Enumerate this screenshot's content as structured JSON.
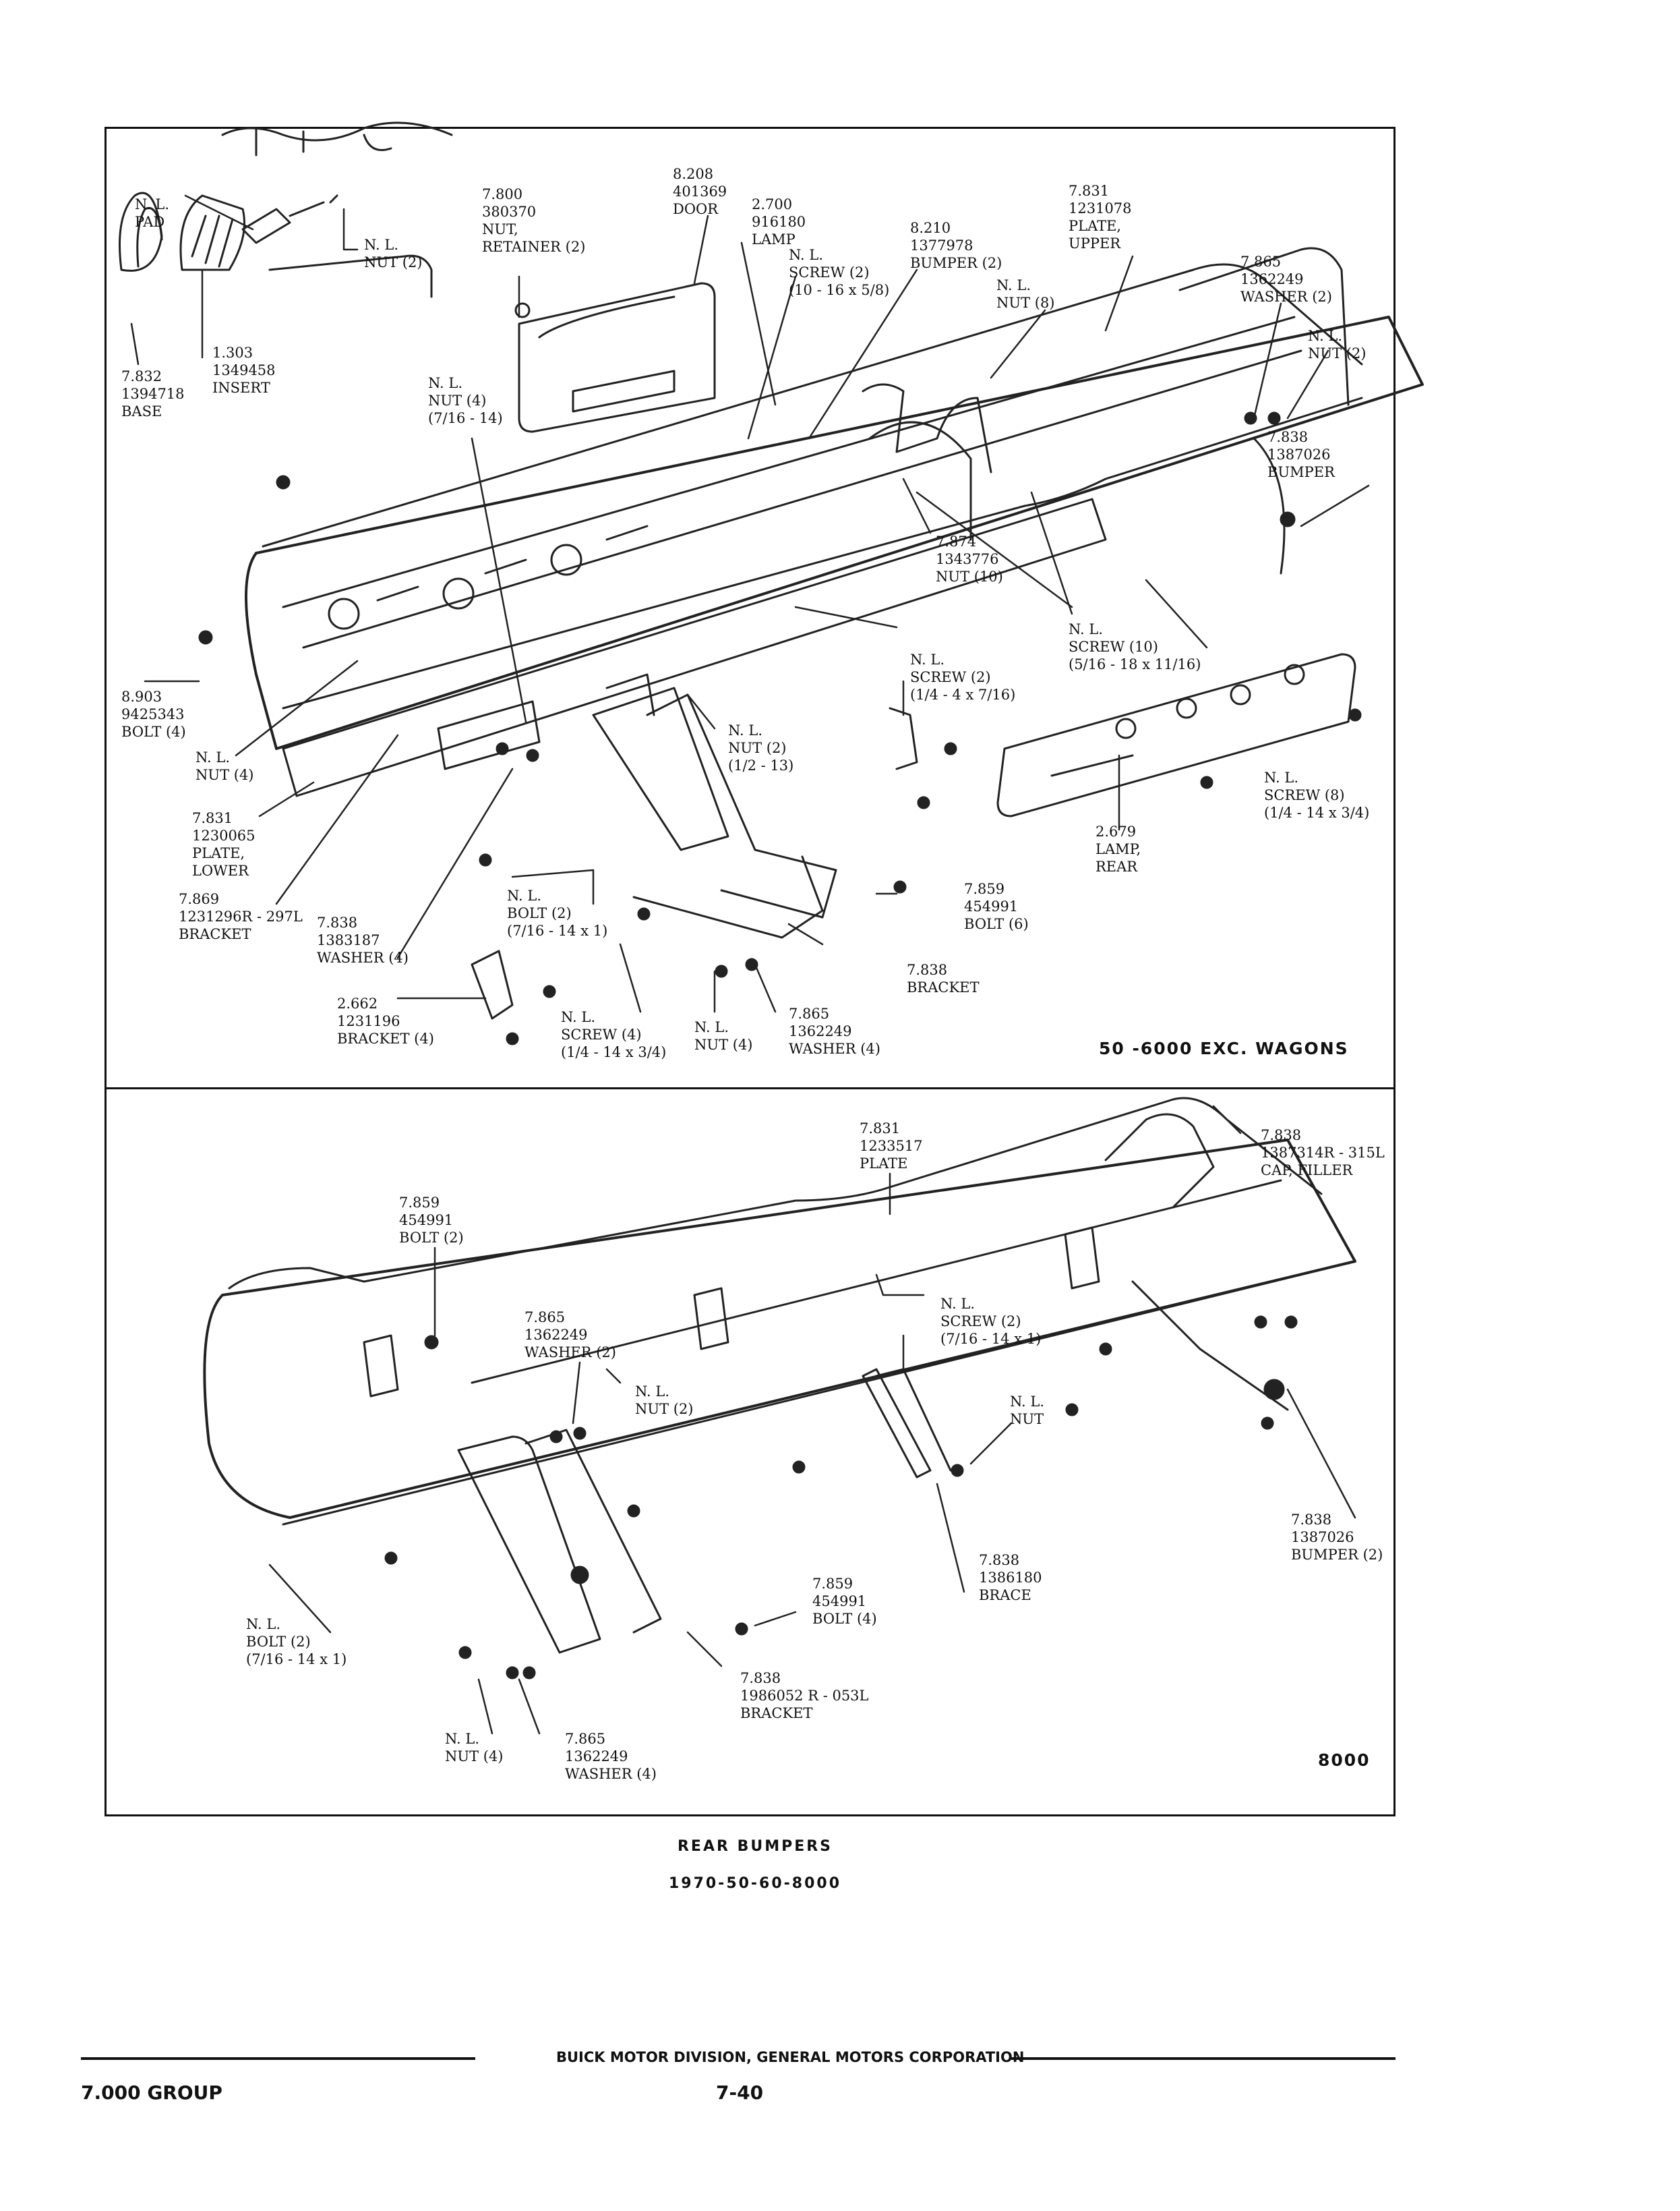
{
  "top_labels": [
    {
      "id": "pad",
      "lines": [
        "N. L.",
        "PAD"
      ]
    },
    {
      "id": "nut-pad",
      "lines": [
        "N. L.",
        "NUT (2)"
      ]
    },
    {
      "id": "base",
      "lines": [
        "7.832",
        "1394718",
        "BASE"
      ]
    },
    {
      "id": "insert",
      "lines": [
        "1.303",
        "1349458",
        "INSERT"
      ]
    },
    {
      "id": "retainer",
      "lines": [
        "7.800",
        "380370",
        "NUT,",
        "RETAINER (2)"
      ]
    },
    {
      "id": "door",
      "lines": [
        "8.208",
        "401369",
        "DOOR"
      ]
    },
    {
      "id": "lamp",
      "lines": [
        "2.700",
        "916180",
        "LAMP"
      ]
    },
    {
      "id": "screw-10-16",
      "lines": [
        "N. L.",
        "SCREW (2)",
        "(10 - 16 x 5/8)"
      ]
    },
    {
      "id": "bumper-2",
      "lines": [
        "8.210",
        "1377978",
        "BUMPER (2)"
      ]
    },
    {
      "id": "nut-8",
      "lines": [
        "N. L.",
        "NUT (8)"
      ]
    },
    {
      "id": "plate-upper",
      "lines": [
        "7.831",
        "1231078",
        "PLATE,",
        "UPPER"
      ]
    },
    {
      "id": "washer-upper",
      "lines": [
        "7.865",
        "1362249",
        "WASHER (2)"
      ]
    },
    {
      "id": "nut-2-right",
      "lines": [
        "N. L.",
        "NUT (2)"
      ]
    },
    {
      "id": "bumper-right",
      "lines": [
        "7.838",
        "1387026",
        "BUMPER"
      ]
    },
    {
      "id": "nut-4-7-16",
      "lines": [
        "N. L.",
        "NUT (4)",
        "(7/16 - 14)"
      ]
    },
    {
      "id": "nut-10",
      "lines": [
        "7.874",
        "1343776",
        "NUT (10)"
      ]
    },
    {
      "id": "screw-10",
      "lines": [
        "N. L.",
        "SCREW (10)",
        "(5/16 - 18 x 11/16)"
      ]
    },
    {
      "id": "screw-2",
      "lines": [
        "N. L.",
        "SCREW (2)",
        "(1/4 - 4 x 7/16)"
      ]
    },
    {
      "id": "bolt-4",
      "lines": [
        "8.903",
        "9425343",
        "BOLT (4)"
      ]
    },
    {
      "id": "nut-4-left",
      "lines": [
        "N. L.",
        "NUT (4)"
      ]
    },
    {
      "id": "nut-1-2",
      "lines": [
        "N. L.",
        "NUT (2)",
        "(1/2 - 13)"
      ]
    },
    {
      "id": "screw-8",
      "lines": [
        "N. L.",
        "SCREW (8)",
        "(1/4 - 14 x 3/4)"
      ]
    },
    {
      "id": "plate-lower",
      "lines": [
        "7.831",
        "1230065",
        "PLATE,",
        "LOWER"
      ]
    },
    {
      "id": "lamp-rear",
      "lines": [
        "2.679",
        "LAMP,",
        "REAR"
      ]
    },
    {
      "id": "bracket-297l",
      "lines": [
        "7.869",
        "1231296R - 297L",
        "BRACKET"
      ]
    },
    {
      "id": "washer-1383187",
      "lines": [
        "7.838",
        "1383187",
        "WASHER (4)"
      ]
    },
    {
      "id": "bolt-2-top",
      "lines": [
        "N. L.",
        "BOLT (2)",
        "(7/16 - 14 x 1)"
      ]
    },
    {
      "id": "bolt-6",
      "lines": [
        "7.859",
        "454991",
        "BOLT (6)"
      ]
    },
    {
      "id": "bracket-7838",
      "lines": [
        "7.838",
        "BRACKET"
      ]
    },
    {
      "id": "bracket-4",
      "lines": [
        "2.662",
        "1231196",
        "BRACKET (4)"
      ]
    },
    {
      "id": "screw-4",
      "lines": [
        "N. L.",
        "SCREW (4)",
        "(1/4 - 14 x 3/4)"
      ]
    },
    {
      "id": "nut-4-bottom",
      "lines": [
        "N. L.",
        "NUT (4)"
      ]
    },
    {
      "id": "washer-4-top",
      "lines": [
        "7.865",
        "1362249",
        "WASHER (4)"
      ]
    }
  ],
  "top_variant": "50 -6000 EXC. WAGONS",
  "bottom_labels": [
    {
      "id": "plate-b",
      "lines": [
        "7.831",
        "1233517",
        "PLATE"
      ]
    },
    {
      "id": "cap-filler",
      "lines": [
        "7.838",
        "1387314R - 315L",
        "CAP, FILLER"
      ]
    },
    {
      "id": "bolt-2-b",
      "lines": [
        "7.859",
        "454991",
        "BOLT (2)"
      ]
    },
    {
      "id": "screw-2-b",
      "lines": [
        "N. L.",
        "SCREW (2)",
        "(7/16 - 14 x 1)"
      ]
    },
    {
      "id": "washer-2-b",
      "lines": [
        "7.865",
        "1362249",
        "WASHER (2)"
      ]
    },
    {
      "id": "nut-2-b",
      "lines": [
        "N. L.",
        "NUT (2)"
      ]
    },
    {
      "id": "nut-b",
      "lines": [
        "N. L.",
        "NUT"
      ]
    },
    {
      "id": "bumper-2-b",
      "lines": [
        "7.838",
        "1387026",
        "BUMPER (2)"
      ]
    },
    {
      "id": "brace-b",
      "lines": [
        "7.838",
        "1386180",
        "BRACE"
      ]
    },
    {
      "id": "bolt-4-b",
      "lines": [
        "7.859",
        "454991",
        "BOLT (4)"
      ]
    },
    {
      "id": "bolt-2-b-left",
      "lines": [
        "N. L.",
        "BOLT (2)",
        "(7/16 - 14 x 1)"
      ]
    },
    {
      "id": "bracket-b",
      "lines": [
        "7.838",
        "1986052 R - 053L",
        "BRACKET"
      ]
    },
    {
      "id": "nut-4-b",
      "lines": [
        "N. L.",
        "NUT (4)"
      ]
    },
    {
      "id": "washer-4-b",
      "lines": [
        "7.865",
        "1362249",
        "WASHER (4)"
      ]
    }
  ],
  "bottom_variant": "8000",
  "caption": {
    "title": "REAR BUMPERS",
    "subtitle": "1970-50-60-8000"
  },
  "footer": {
    "division": "BUICK MOTOR DIVISION, GENERAL MOTORS CORPORATION",
    "group": "7.000 GROUP",
    "page": "7-40"
  }
}
